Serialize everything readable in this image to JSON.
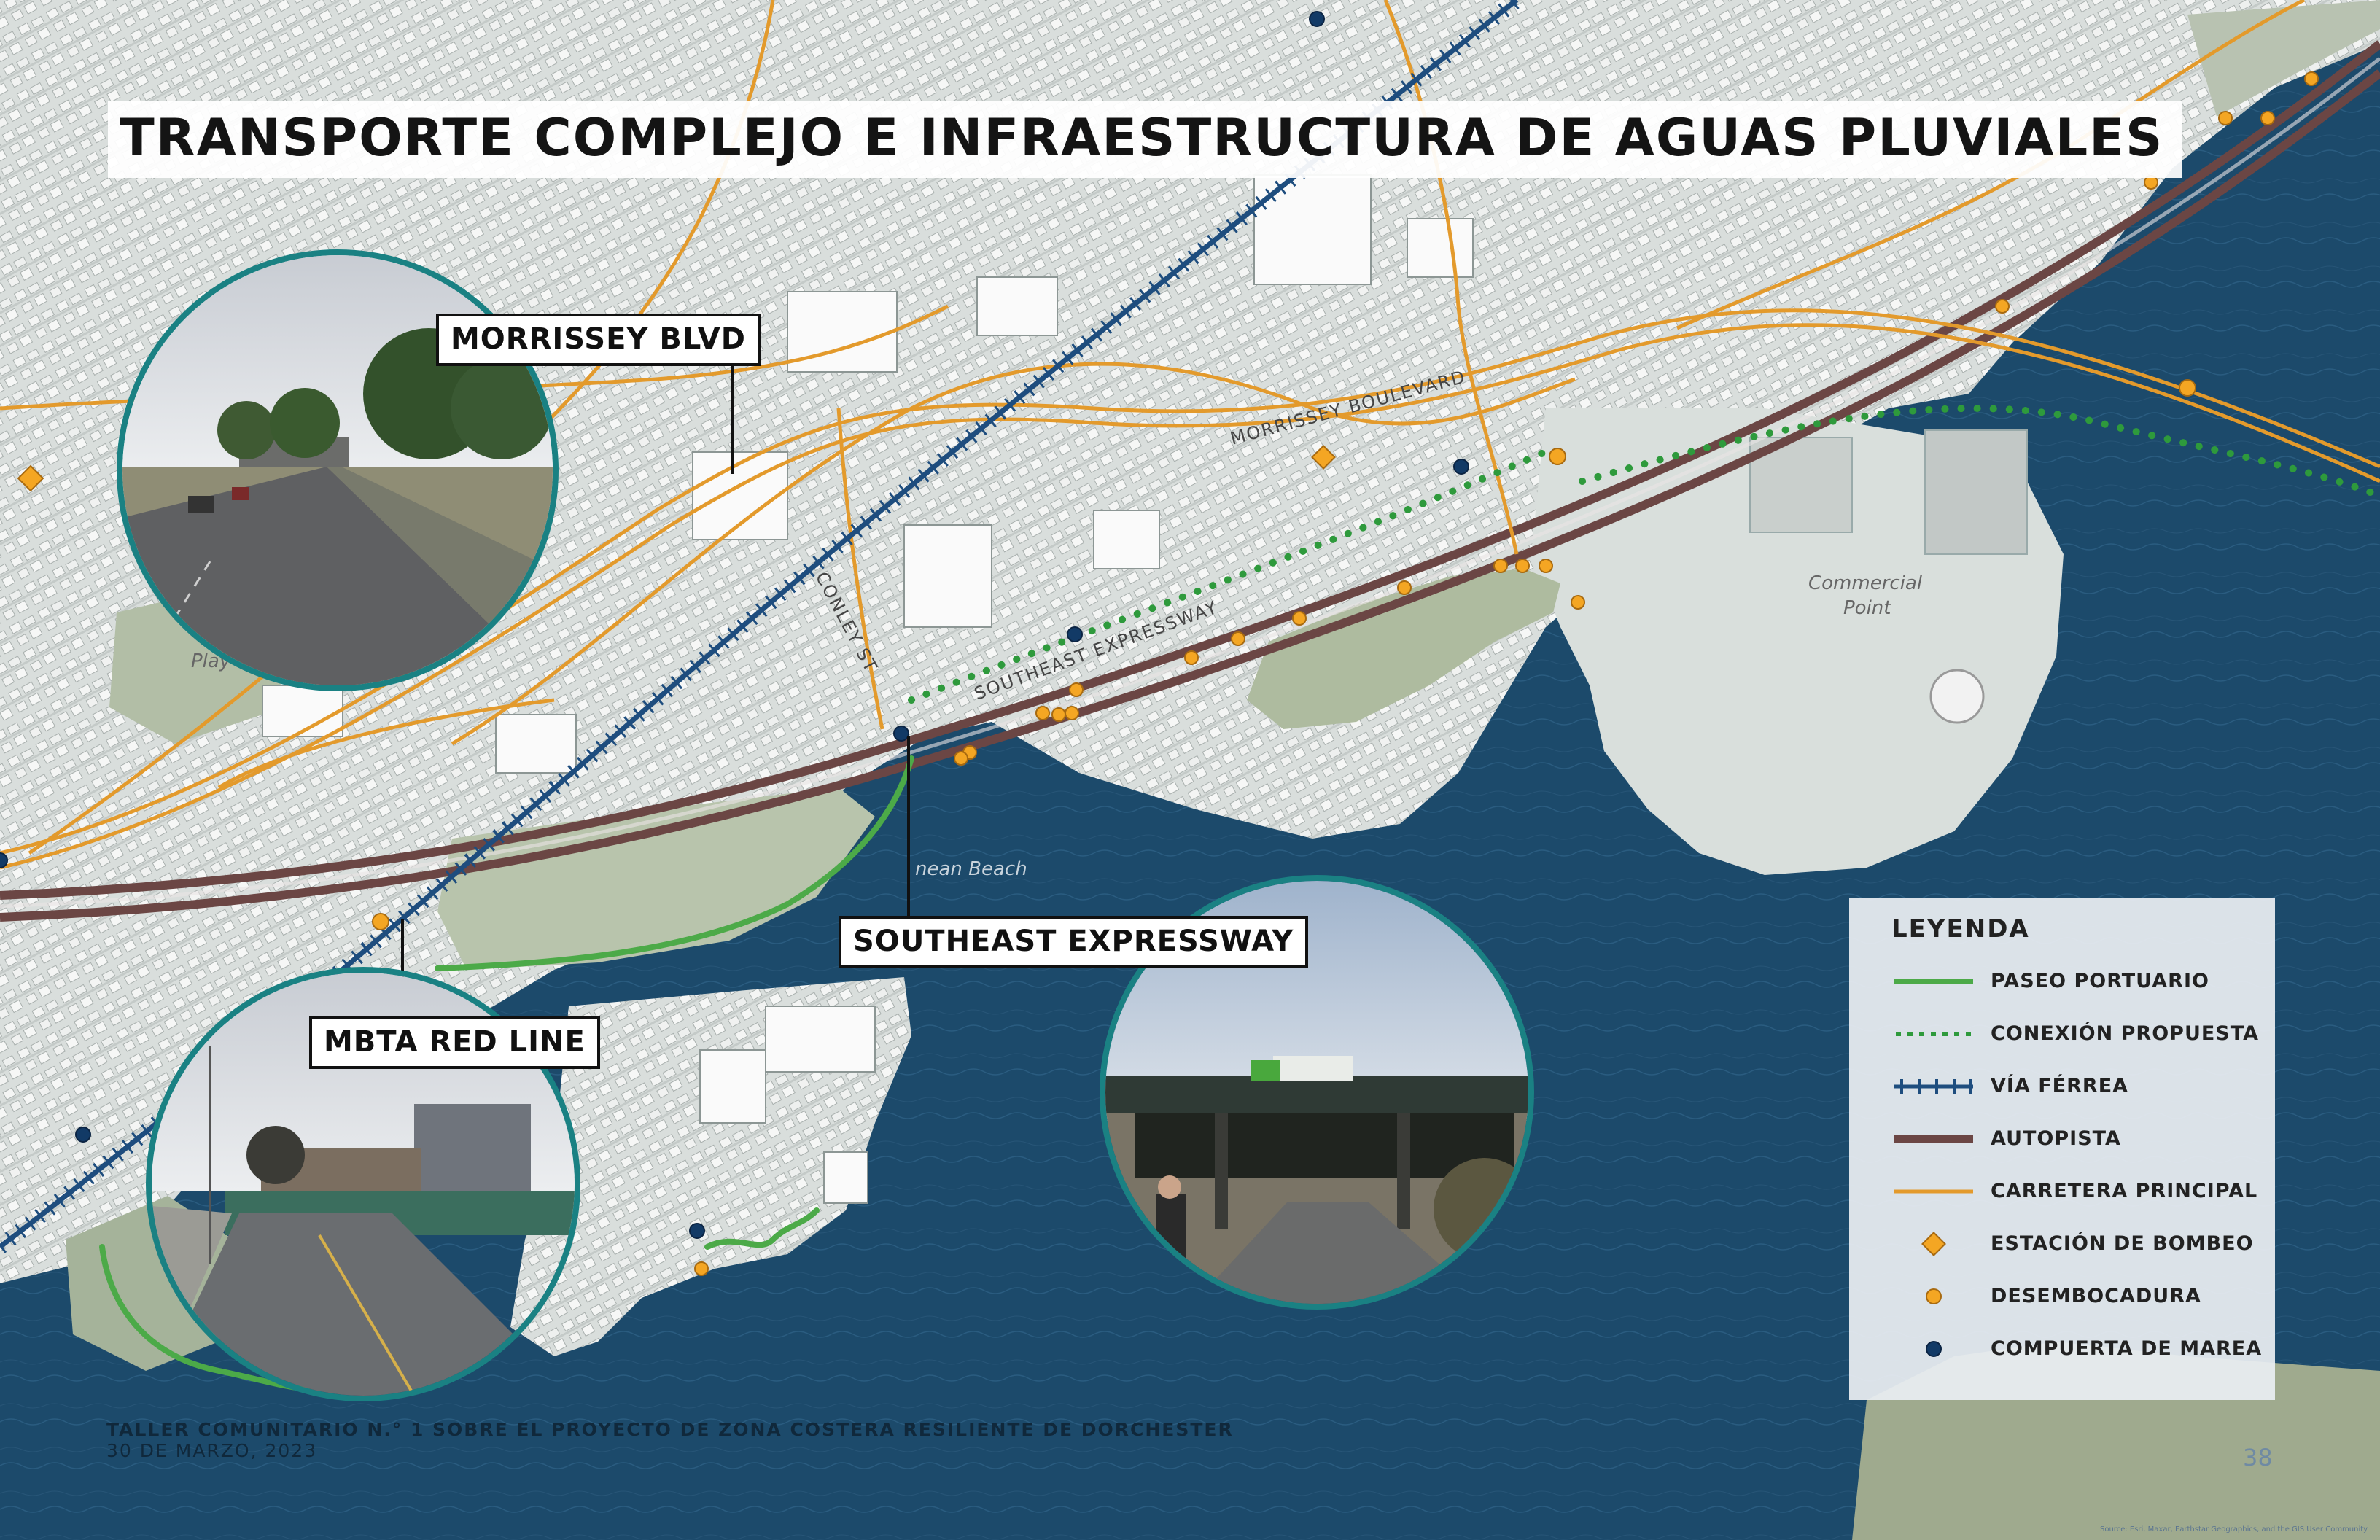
{
  "title": "TRANSPORTE COMPLEJO E INFRAESTRUCTURA DE AGUAS PLUVIALES",
  "callouts": {
    "morrissey_blvd": "MORRISSEY BLVD",
    "southeast_expressway": "SOUTHEAST EXPRESSWAY",
    "mbta_red_line": "MBTA RED LINE"
  },
  "map_labels": {
    "morrissey_boulevard": "MORRISSEY BOULEVARD",
    "southeast_expressway": "SOUTHEAST EXPRESSWAY",
    "conley_st": "CONLEY ST",
    "commercial_point": [
      "Commercial",
      "Point"
    ],
    "beach": "nean Beach",
    "playground": "Play"
  },
  "legend": {
    "title": "LEYENDA",
    "items": [
      {
        "label": "PASEO PORTUARIO",
        "symbol": "solid-line",
        "color": "#4caa48"
      },
      {
        "label": "CONEXIÓN PROPUESTA",
        "symbol": "dotted-line",
        "color": "#2e9a3c"
      },
      {
        "label": "VÍA FÉRREA",
        "symbol": "rail-line",
        "color": "#1e4d7e"
      },
      {
        "label": "AUTOPISTA",
        "symbol": "thick-line",
        "color": "#6b4644"
      },
      {
        "label": "CARRETERA PRINCIPAL",
        "symbol": "thin-line",
        "color": "#e39a2c"
      },
      {
        "label": "ESTACIÓN DE BOMBEO",
        "symbol": "diamond",
        "color": "#f4a623"
      },
      {
        "label": "DESEMBOCADURA",
        "symbol": "circle",
        "color": "#f4a623"
      },
      {
        "label": "COMPUERTA DE MAREA",
        "symbol": "circle",
        "color": "#123a66"
      }
    ]
  },
  "footer": {
    "line1": "TALLER COMUNITARIO N.° 1 SOBRE EL PROYECTO DE ZONA COSTERA RESILIENTE DE DORCHESTER",
    "line2": "30 DE MARZO, 2023"
  },
  "page_number": "38",
  "attribution": "Source: Esri, Maxar, Earthstar Geographics, and the GIS User Community",
  "colors": {
    "water": "#1c4a6b",
    "land": "#dfe4e2",
    "park": "#a9b8a0",
    "harborwalk": "#4caa48",
    "proposed": "#2e9a3c",
    "rail": "#1e4d7e",
    "highway": "#6b4644",
    "road": "#e39a2c",
    "outfall": "#f4a623",
    "tide_gate": "#123a66",
    "photo_ring": "#1a8183"
  }
}
